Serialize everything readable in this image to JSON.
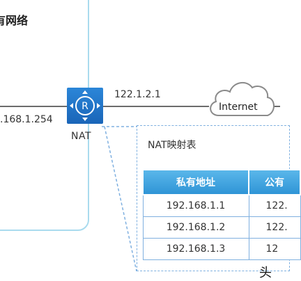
{
  "private_network": {
    "title": "网络",
    "title_prefix_partial": "有"
  },
  "links": {
    "left_ip": ".168.1.254",
    "right_ip": "122.1.2.1"
  },
  "router": {
    "label": "NAT",
    "icon": "router-icon",
    "color": "#1f72c6"
  },
  "internet": {
    "label": "Internet",
    "icon": "cloud-icon"
  },
  "nat_table": {
    "title": "NAT映射表",
    "headers": [
      "私有地址",
      "公有"
    ],
    "header_color": "#3aa3e0",
    "rows": [
      {
        "private": "192.168.1.1",
        "public": "122."
      },
      {
        "private": "192.168.1.2",
        "public": "122."
      },
      {
        "private": "192.168.1.3",
        "public": "12"
      }
    ]
  },
  "watermark": {
    "text": "头"
  }
}
